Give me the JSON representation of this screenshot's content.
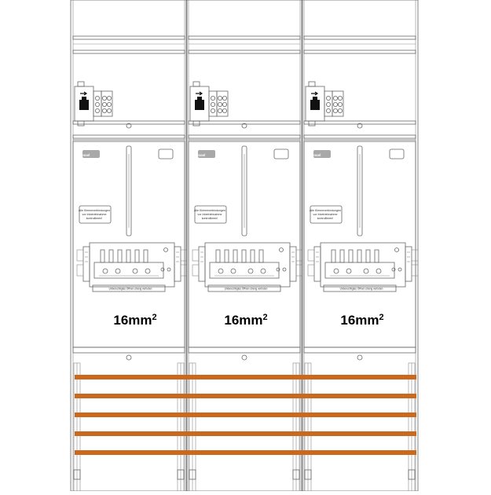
{
  "colors": {
    "line": "#666666",
    "busbar": "#c8691e",
    "background": "#ffffff"
  },
  "columns": [
    {
      "brand": "Hensel",
      "warning_lines": [
        "Alle Klemmverbindungen",
        "vor Inbetriebnahme",
        "kontrollieren!"
      ],
      "terminal_notice": "Unberechtigtes Öffnen streng verboten",
      "rating_base": "16mm",
      "rating_sup": "2"
    },
    {
      "brand": "Hensel",
      "warning_lines": [
        "Alle Klemmverbindungen",
        "vor Inbetriebnahme",
        "kontrollieren!"
      ],
      "terminal_notice": "Unberechtigtes Öffnen streng verboten",
      "rating_base": "16mm",
      "rating_sup": "2"
    },
    {
      "brand": "Hensel",
      "warning_lines": [
        "Alle Klemmverbindungen",
        "vor Inbetriebnahme",
        "kontrollieren!"
      ],
      "terminal_notice": "Unberechtigtes Öffnen streng verboten",
      "rating_base": "16mm",
      "rating_sup": "2"
    }
  ],
  "busbar_count": 5
}
